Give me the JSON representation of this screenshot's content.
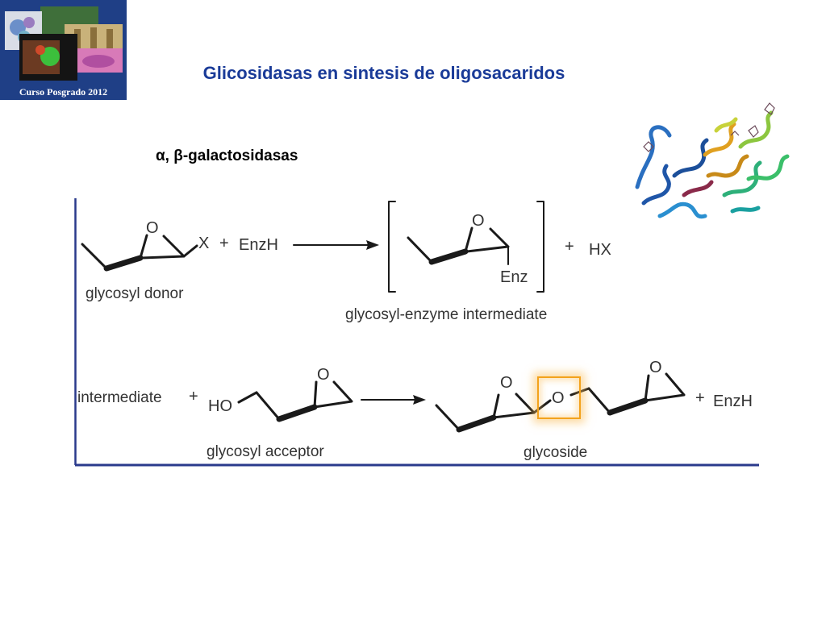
{
  "logo": {
    "caption": "Curso Posgrado 2012"
  },
  "title": "Glicosidasas en sintesis de oligosacaridos",
  "subtitle": "α, β-galactosidasas",
  "scheme": {
    "row1": {
      "leaving_group": "X",
      "plus1": "+",
      "enzyme": "EnzH",
      "ring_oxygen": "O",
      "intermediate_ring_oxygen": "O",
      "intermediate_substituent": "Enz",
      "plus2": "+",
      "byproduct": "HX",
      "donor_label": "glycosyl donor",
      "intermediate_label": "glycosyl-enzyme intermediate"
    },
    "row2": {
      "start": "intermediate",
      "plus1": "+",
      "hydroxyl": "HO",
      "acceptor_ring_oxygen": "O",
      "product_ring_oxygen_left": "O",
      "glycosidic_oxygen": "O",
      "product_ring_oxygen_right": "O",
      "plus2": "+",
      "enzyme": "EnzH",
      "acceptor_label": "glycosyl acceptor",
      "product_label": "glycoside"
    }
  },
  "colors": {
    "title": "#1a3b98",
    "logo_bg": "#1f3f86",
    "scheme_frame": "#2a3a8c",
    "highlight": "#f3a21c"
  }
}
